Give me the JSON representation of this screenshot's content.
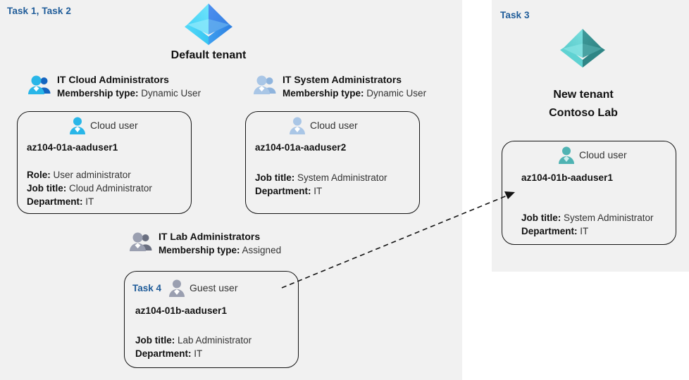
{
  "theme": {
    "panel_bg": "#f1f1f1",
    "page_bg": "#ffffff",
    "task_blue": "#1f5c99",
    "card_border": "#141414",
    "text": "#333333",
    "default_tenant_icon_color": "#3aa0f5",
    "new_tenant_icon_color": "#4bb8b8"
  },
  "left_panel": {
    "task_label": "Task 1, Task 2",
    "tenant": {
      "icon": "azure-tenant-icon",
      "label": "Default tenant"
    },
    "groups": [
      {
        "icon": "group-users-icon",
        "name": "IT Cloud Administrators",
        "membership_key": "Membership type:",
        "membership_value": "Dynamic User"
      },
      {
        "icon": "group-users-icon",
        "name": "IT System Administrators",
        "membership_key": "Membership type:",
        "membership_value": "Dynamic User"
      },
      {
        "icon": "group-users-icon",
        "name": "IT Lab Administrators",
        "membership_key": "Membership type:",
        "membership_value": "Assigned"
      }
    ],
    "cards": [
      {
        "task_label": "",
        "user_type_icon": "cloud-user-icon",
        "user_type": "Cloud user",
        "username": "az104-01a-aaduser1",
        "attributes": [
          {
            "key": "Role:",
            "value": "User administrator"
          },
          {
            "key": "Job title:",
            "value": "Cloud Administrator"
          },
          {
            "key": "Department:",
            "value": "IT"
          }
        ]
      },
      {
        "task_label": "",
        "user_type_icon": "cloud-user-icon",
        "user_type": "Cloud user",
        "username": "az104-01a-aaduser2",
        "attributes": [
          {
            "key": "Job title:",
            "value": "System Administrator"
          },
          {
            "key": "Department:",
            "value": "IT"
          }
        ]
      },
      {
        "task_label": "Task 4",
        "user_type_icon": "guest-user-icon",
        "user_type": "Guest user",
        "username": "az104-01b-aaduser1",
        "attributes": [
          {
            "key": "Job title:",
            "value": "Lab Administrator"
          },
          {
            "key": "Department:",
            "value": "IT"
          }
        ]
      }
    ]
  },
  "right_panel": {
    "task_label": "Task 3",
    "tenant": {
      "icon": "azure-tenant-icon",
      "label_line1": "New  tenant",
      "label_line2": "Contoso Lab"
    },
    "card": {
      "user_type_icon": "cloud-user-icon",
      "user_type": "Cloud user",
      "username": "az104-01b-aaduser1",
      "attributes": [
        {
          "key": "Job title:",
          "value": "System Administrator"
        },
        {
          "key": "Department:",
          "value": "IT"
        }
      ]
    }
  },
  "connector": {
    "name": "guest-invitation-arrow",
    "style": "dashed-arrow",
    "from": "az104-01b-aaduser1 guest user card",
    "to": "az104-01b-aaduser1 cloud user card"
  }
}
